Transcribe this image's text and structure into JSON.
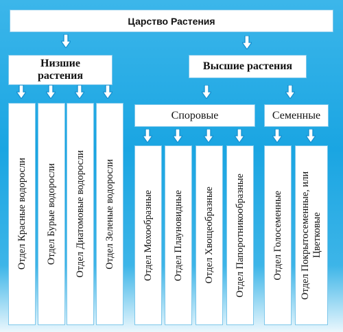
{
  "root": "Царство Растения",
  "lower": {
    "title": "Низшие растения"
  },
  "higher": {
    "title": "Высшие растения"
  },
  "spore": {
    "title": "Споровые",
    "items": [
      "Отдел Мохообразные",
      "Отдел Плауновидные",
      "Отдел Хвощеобразные",
      "Отдел Папоротникообразные"
    ]
  },
  "seed": {
    "title": "Семенные",
    "items": [
      "Отдел Голосеменные",
      "Отдел Покрытосеменные, или Цветковые"
    ]
  },
  "lower_items": [
    "Отдел Красные водоросли",
    "Отдел Бурые водоросли",
    "Отдел Диатомовые водоросли",
    "Отдел Зеленые водоросли"
  ],
  "colors": {
    "background": "#1aa5e2",
    "box": "#ffffff",
    "arrow_outline": "#1590d0"
  }
}
